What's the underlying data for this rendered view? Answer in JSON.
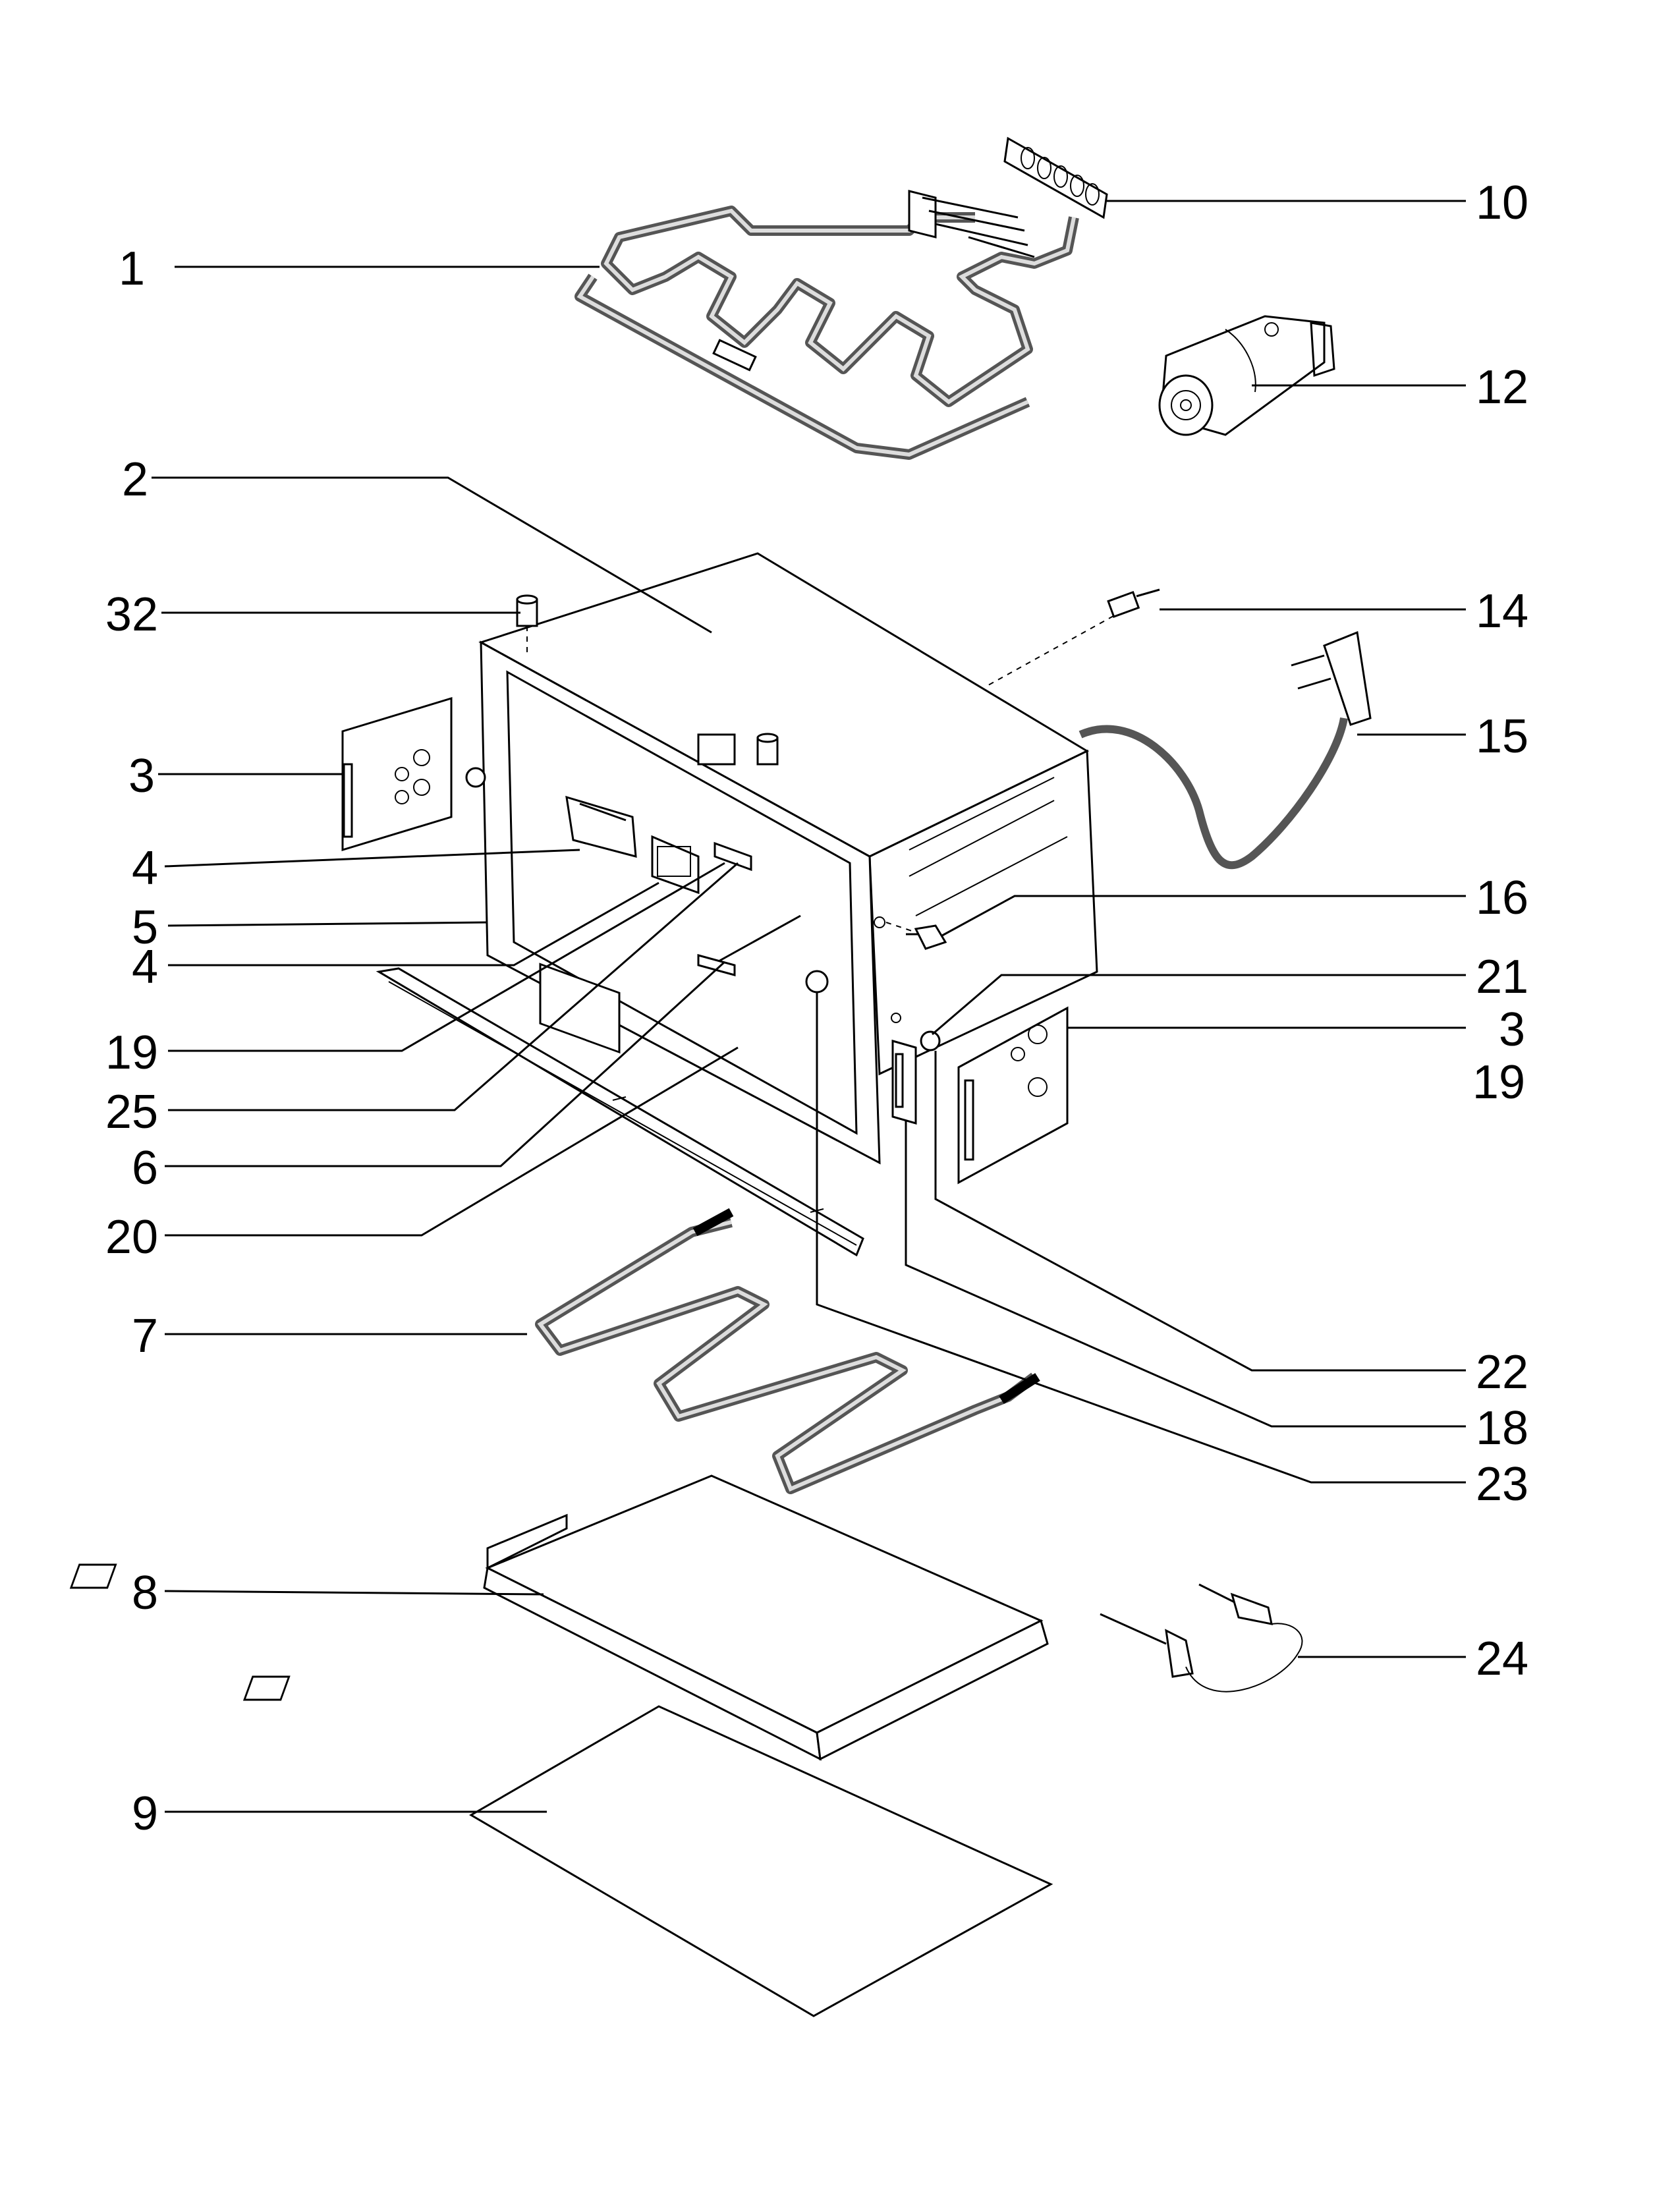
{
  "callouts": [
    {
      "id": "1",
      "text": "1"
    },
    {
      "id": "2",
      "text": "2"
    },
    {
      "id": "3a",
      "text": "3"
    },
    {
      "id": "3b",
      "text": "3"
    },
    {
      "id": "4a",
      "text": "4"
    },
    {
      "id": "4b",
      "text": "4"
    },
    {
      "id": "5",
      "text": "5"
    },
    {
      "id": "6",
      "text": "6"
    },
    {
      "id": "7",
      "text": "7"
    },
    {
      "id": "8",
      "text": "8"
    },
    {
      "id": "9",
      "text": "9"
    },
    {
      "id": "10",
      "text": "10"
    },
    {
      "id": "12",
      "text": "12"
    },
    {
      "id": "14",
      "text": "14"
    },
    {
      "id": "15",
      "text": "15"
    },
    {
      "id": "16",
      "text": "16"
    },
    {
      "id": "18",
      "text": "18"
    },
    {
      "id": "19a",
      "text": "19"
    },
    {
      "id": "19b",
      "text": "19"
    },
    {
      "id": "20",
      "text": "20"
    },
    {
      "id": "21",
      "text": "21"
    },
    {
      "id": "22",
      "text": "22"
    },
    {
      "id": "23",
      "text": "23"
    },
    {
      "id": "24",
      "text": "24"
    },
    {
      "id": "25",
      "text": "25"
    },
    {
      "id": "32",
      "text": "32"
    }
  ]
}
